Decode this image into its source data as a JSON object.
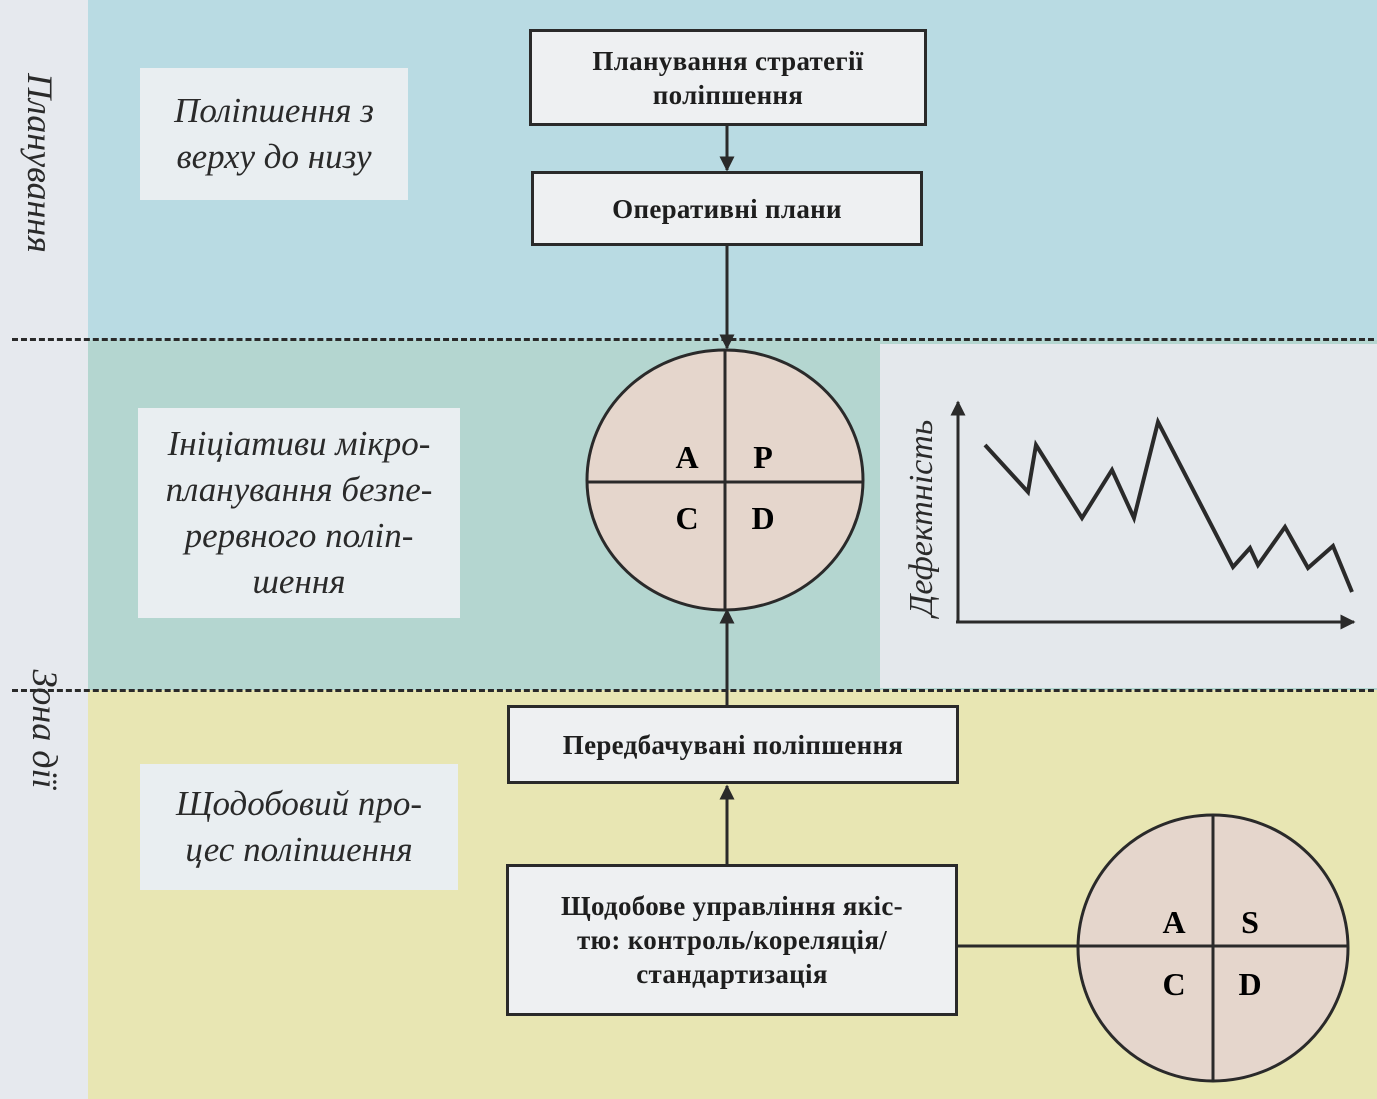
{
  "side_labels": {
    "planning": "Планування",
    "action_zone": "Зона дії"
  },
  "notes": {
    "top_down": "Поліпшення з верху до низу",
    "micro_planning": "Ініціативи мікро-планування безпе-рервного поліп-шення",
    "daily_process": "Щодобовий про-цес поліпшення"
  },
  "notes_lines": {
    "top_down": [
      "Поліпшення з",
      "верху до низу"
    ],
    "micro_planning": [
      "Ініціативи мікро-",
      "планування безпе-",
      "рервного поліп-",
      "шення"
    ],
    "daily_process": [
      "Щодобовий про-",
      "цес поліпшення"
    ]
  },
  "boxes": {
    "strategy_planning": [
      "Планування стратегії",
      "поліпшення"
    ],
    "operational_plans": [
      "Оперативні плани"
    ],
    "expected_improvements": [
      "Передбачувані поліпшення"
    ],
    "daily_quality_management": [
      "Щодобове управління якіс-",
      "тю: контроль/кореляція/",
      "стандартизація"
    ]
  },
  "pdca_cycle": {
    "top_left": "A",
    "top_right": "P",
    "bottom_left": "C",
    "bottom_right": "D"
  },
  "sdca_cycle": {
    "top_left": "A",
    "top_right": "S",
    "bottom_left": "C",
    "bottom_right": "D"
  },
  "defect_chart": {
    "ylabel": "Дефектність",
    "xlabel": "",
    "trend": "decreasing"
  },
  "colors": {
    "planning_band": "#b9dbe3",
    "micro_band": "#b4d6d0",
    "action_band": "#e8e6b3",
    "circle_fill": "#e5d6cc",
    "line": "#2a2a2a"
  }
}
